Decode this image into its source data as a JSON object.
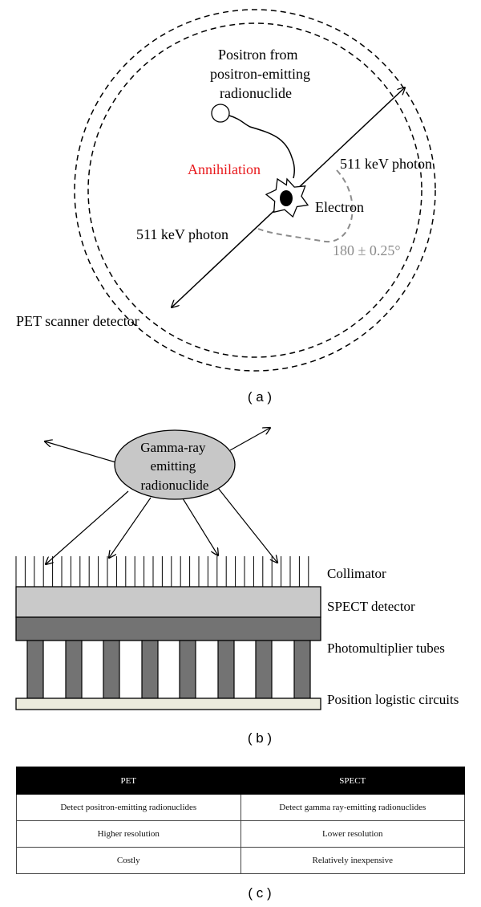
{
  "panel_a": {
    "positron_label_lines": [
      "Positron from",
      "positron-emitting",
      "radionuclide"
    ],
    "annihilation_label": "Annihilation",
    "electron_label": "Electron",
    "photon_label_right": "511 keV photon",
    "photon_label_left": "511 keV photon",
    "angle_label": "180 ± 0.25°",
    "detector_label": "PET scanner detector",
    "caption": "( a )",
    "colors": {
      "annihilation": "#e8191c",
      "angle": "#8c8c8c"
    }
  },
  "panel_b": {
    "source_label_lines": [
      "Gamma-ray",
      "emitting",
      "radionuclide"
    ],
    "layer_labels": {
      "collimator": "Collimator",
      "detector": "SPECT detector",
      "pmt": "Photomultiplier tubes",
      "circuits": "Position logistic circuits"
    },
    "caption": "( b )",
    "colors": {
      "source_fill": "#c7c7c7",
      "detector_fill": "#c9c9c9",
      "pmt_fill": "#737373",
      "circuit_fill": "#ecebdd"
    }
  },
  "panel_c": {
    "headers": [
      "PET",
      "SPECT"
    ],
    "rows": [
      [
        "Detect positron-emitting radionuclides",
        "Detect gamma ray-emitting radionuclides"
      ],
      [
        "Higher resolution",
        "Lower resolution"
      ],
      [
        "Costly",
        "Relatively inexpensive"
      ]
    ],
    "caption": "( c )"
  }
}
